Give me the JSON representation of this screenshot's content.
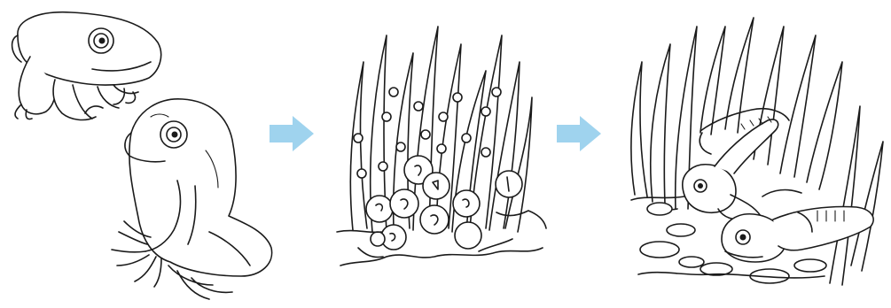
{
  "diagram": {
    "stages": [
      {
        "id": "adult-frogs",
        "icon": "frog-illustration"
      },
      {
        "id": "frogspawn",
        "icon": "frog-egg-cluster-illustration"
      },
      {
        "id": "tadpoles",
        "icon": "tadpole-illustration"
      }
    ],
    "arrow_color": "#9fd3ee"
  }
}
